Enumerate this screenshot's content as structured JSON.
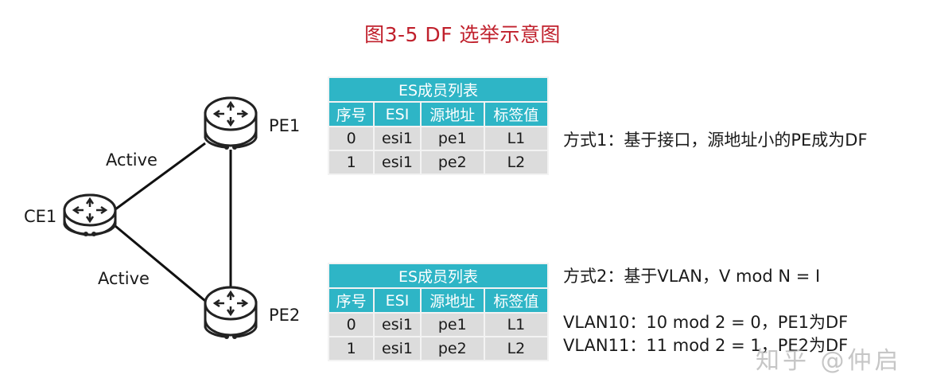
{
  "title": "图3-5  DF 选举示意图",
  "nodes": {
    "ce1": "CE1",
    "pe1": "PE1",
    "pe2": "PE2"
  },
  "links": {
    "ce1_pe1": "Active",
    "ce1_pe2": "Active"
  },
  "colors": {
    "title": "#c0202c",
    "table_header": "#2eb5c6",
    "table_cell": "#dcdcdc"
  },
  "table_top": {
    "caption": "ES成员列表",
    "headers": [
      "序号",
      "ESI",
      "源地址",
      "标签值"
    ],
    "rows": [
      [
        "0",
        "esi1",
        "pe1",
        "L1"
      ],
      [
        "1",
        "esi1",
        "pe2",
        "L2"
      ]
    ]
  },
  "table_bottom": {
    "caption": "ES成员列表",
    "headers": [
      "序号",
      "ESI",
      "源地址",
      "标签值"
    ],
    "rows": [
      [
        "0",
        "esi1",
        "pe1",
        "L1"
      ],
      [
        "1",
        "esi1",
        "pe2",
        "L2"
      ]
    ]
  },
  "notes": {
    "method1": "方式1：基于接口，源地址小的PE成为DF",
    "method2": "方式2：基于VLAN，V mod N = I",
    "vlan10": "VLAN10：10 mod 2 = 0，PE1为DF",
    "vlan11": "VLAN11：11 mod 2 = 1，PE2为DF"
  },
  "watermark": "知乎 @仲启"
}
